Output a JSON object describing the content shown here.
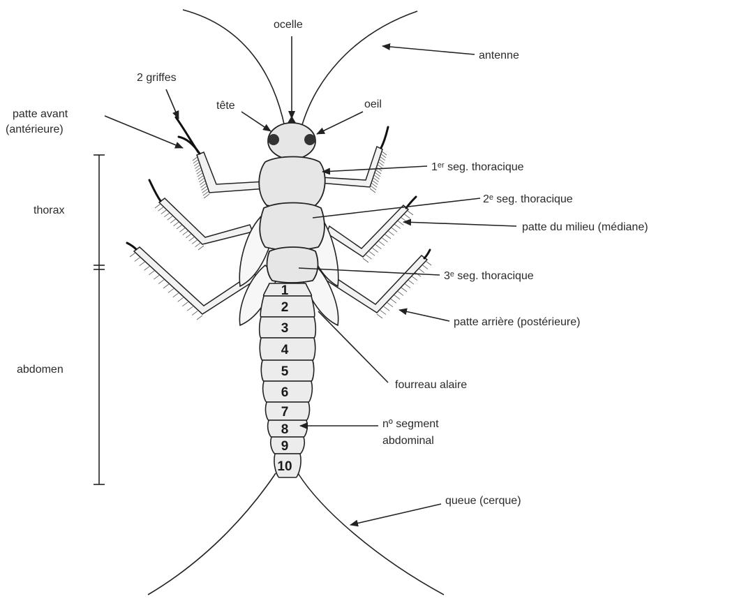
{
  "labels": {
    "ocelle": "ocelle",
    "antenne": "antenne",
    "griffes": "2 griffes",
    "tete": "tête",
    "oeil": "oeil",
    "patte_avant_1": "patte avant",
    "patte_avant_2": "(antérieure)",
    "thorax": "thorax",
    "abdomen": "abdomen",
    "seg1": "1ᵉʳ seg. thoracique",
    "seg2": "2ᵉ seg. thoracique",
    "patte_milieu": "patte du milieu (médiane)",
    "seg3": "3ᵉ seg. thoracique",
    "patte_arriere": "patte arrière (postérieure)",
    "fourreau": "fourreau alaire",
    "nseg_1": "nº segment",
    "nseg_2": "abdominal",
    "queue": "queue (cerque)"
  },
  "segments": [
    "1",
    "2",
    "3",
    "4",
    "5",
    "6",
    "7",
    "8",
    "9",
    "10"
  ]
}
